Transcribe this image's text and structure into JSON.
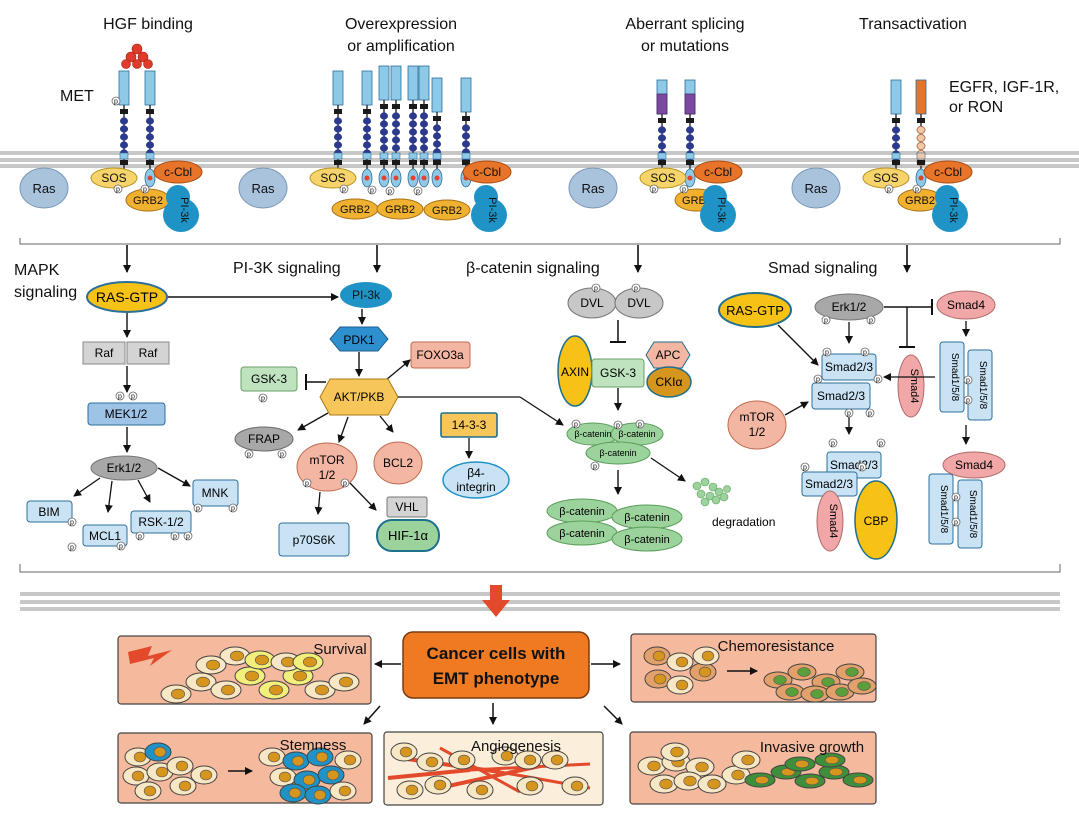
{
  "colors": {
    "receptor": "#8ec9e8",
    "receptor_stroke": "#2d6f9a",
    "domain_blue": "#2b3a8c",
    "kinase_black": "#1a1a1a",
    "kinase_red": "#e0452b",
    "mutant_purple": "#7b4a9e",
    "partner_orange": "#e8742a",
    "partner_beige": "#f2c9a8",
    "hgf_red": "#e03a2a",
    "ras": "#a9c3dd",
    "sos": "#f6d36b",
    "grb2": "#f0b030",
    "cbl": "#e8742a",
    "pi3k": "#1f93c6",
    "membrane": "#c7c7c7",
    "gray_box": "#d4d4d4",
    "mek": "#9dc3e6",
    "erk": "#a8a8a8",
    "lightblue_box": "#c9e3f5",
    "green_box": "#bfe3bf",
    "salmon": "#f3b6a3",
    "pink": "#f1a7a7",
    "akt": "#f7c65a",
    "pdk1": "#2e8fcf",
    "beta_catenin": "#9cd39c",
    "yellow": "#f6c215",
    "orange_center": "#f07a22",
    "arrow_red": "#e24a2b",
    "outcome_bg": "#f5b99e",
    "outcome_stroke": "#444444"
  },
  "headers": {
    "hgf_binding": "HGF binding",
    "overexpression_l1": "Overexpression",
    "overexpression_l2": "or amplification",
    "splicing_l1": "Aberrant splicing",
    "splicing_l2": "or mutations",
    "transactivation": "Transactivation"
  },
  "receptor_labels": {
    "met": "MET",
    "partners_l1": "EGFR, IGF-1R,",
    "partners_l2": "or RON"
  },
  "membrane_proteins": {
    "ras": "Ras",
    "sos": "SOS",
    "cbl": "c-Cbl",
    "grb2": "GRB2",
    "pi3k": "PI-3k",
    "p": "p"
  },
  "pathways": {
    "mapk_l1": "MAPK",
    "mapk_l2": "signaling",
    "pi3k": "PI-3K signaling",
    "beta_catenin": "β-catenin signaling",
    "smad": "Smad signaling"
  },
  "mapk": {
    "ras_gtp": "RAS-GTP",
    "raf": "Raf",
    "mek": "MEK1/2",
    "erk": "Erk1/2",
    "bim": "BIM",
    "mcl1": "MCL1",
    "rsk": "RSK-1/2",
    "mnk": "MNK"
  },
  "pi3k": {
    "pi3k": "PI-3k",
    "pdk1": "PDK1",
    "foxo3a": "FOXO3a",
    "gsk3": "GSK-3",
    "akt": "AKT/PKB",
    "frap": "FRAP",
    "mtor_l1": "mTOR",
    "mtor_l2": "1/2",
    "bcl2": "BCL2",
    "p70s6k": "p70S6K",
    "vhl": "VHL",
    "hif": "HIF-1α",
    "protein1433": "14-3-3",
    "b4_l1": "β4-",
    "b4_l2": "integrin"
  },
  "beta_catenin": {
    "dvl": "DVL",
    "axin": "AXIN",
    "gsk3": "GSK-3",
    "apc": "APC",
    "ck1": "CKIα",
    "bcat_a": "β-catenin",
    "bcat_b": "β-catenin",
    "bcat_c": "β-catenin",
    "bcat": "β-catenin",
    "degradation": "degradation"
  },
  "smad": {
    "ras_gtp": "RAS-GTP",
    "erk": "Erk1/2",
    "smad4": "Smad4",
    "smad23": "Smad2/3",
    "smad158": "Smad1/5/8",
    "mtor_l1": "mTOR",
    "mtor_l2": "1/2",
    "cbp": "CBP"
  },
  "center": {
    "line1": "Cancer cells with",
    "line2": "EMT phenotype"
  },
  "outcomes": {
    "survival": "Survival",
    "chemoresistance": "Chemoresistance",
    "stemness": "Stemness",
    "angiogenesis": "Angiogenesis",
    "invasive": "Invasive growth"
  }
}
